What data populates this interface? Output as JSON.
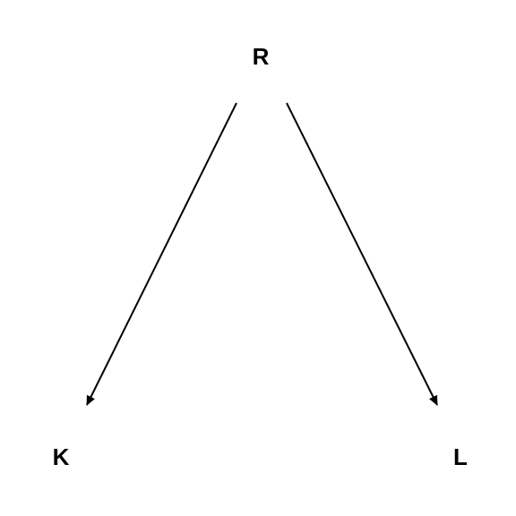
{
  "nodes": [
    {
      "id": "R",
      "label": "R"
    },
    {
      "id": "K",
      "label": "K"
    },
    {
      "id": "L",
      "label": "L"
    }
  ],
  "edges": [
    {
      "from": "R",
      "to": "K"
    },
    {
      "from": "R",
      "to": "L"
    }
  ],
  "colors": {
    "stroke": "#000000",
    "text": "#000000",
    "background": "#ffffff"
  }
}
